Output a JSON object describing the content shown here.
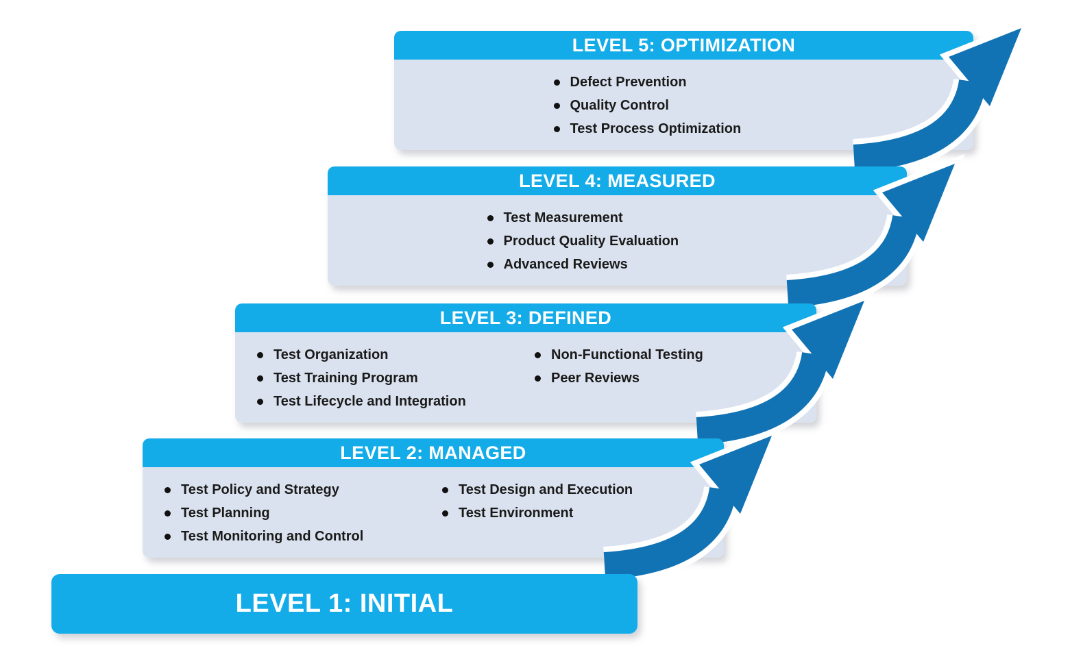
{
  "levels": [
    {
      "title": "LEVEL 5: OPTIMIZATION",
      "columns": [
        [
          "Defect Prevention",
          "Quality Control",
          "Test Process Optimization"
        ]
      ]
    },
    {
      "title": "LEVEL 4: MEASURED",
      "columns": [
        [
          "Test Measurement",
          "Product Quality Evaluation",
          "Advanced Reviews"
        ]
      ]
    },
    {
      "title": "LEVEL 3: DEFINED",
      "columns": [
        [
          "Test Organization",
          "Test Training Program",
          "Test Lifecycle and Integration"
        ],
        [
          "Non-Functional Testing",
          "Peer Reviews"
        ]
      ]
    },
    {
      "title": "LEVEL 2: MANAGED",
      "columns": [
        [
          "Test Policy and Strategy",
          "Test Planning",
          "Test Monitoring and Control"
        ],
        [
          "Test Design and Execution",
          "Test Environment"
        ]
      ]
    },
    {
      "title": "LEVEL 1: INITIAL",
      "columns": []
    }
  ],
  "colors": {
    "header_cyan": "#14ace8",
    "body_light": "#dbe2ef",
    "arrow_blue": "#1273b4",
    "text_dark": "#1a1a1a"
  }
}
